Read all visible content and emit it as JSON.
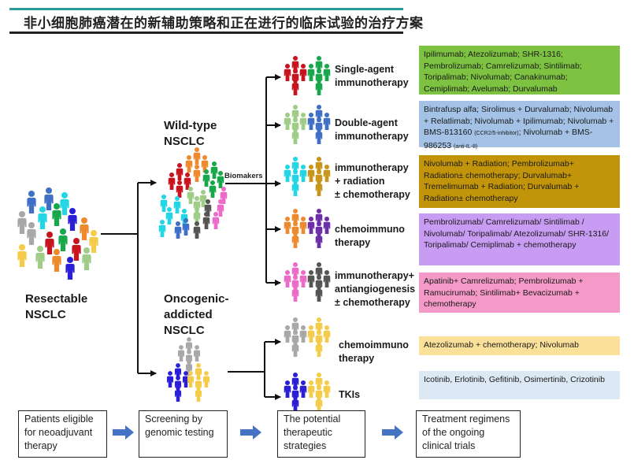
{
  "title": "非小细胞肺癌潜在的新辅助策略和正在进行的临床试验的治疗方案",
  "populations": {
    "resectable": "Resectable\nNSCLC",
    "wild_type": "Wild-type\nNSCLC",
    "oncogenic": "Oncogenic-\naddicted\nNSCLC",
    "biomarkers_label": "Biomakers"
  },
  "strategies": [
    {
      "label": "Single-agent\nimmunotherapy",
      "icon_colors": [
        "#c8141e",
        "#16a84a"
      ],
      "box_color": "#7dc241",
      "regimens": "Ipilimumab; Atezolizumab; SHR-1316; Pembrolizumab; Camrelizumab; Sintilimab; Toripalimab; Nivolumab; Canakinumab; Cemiplimab; Avelumab; Durvalumab"
    },
    {
      "label": "Double-agent\nimmunotherapy",
      "icon_colors": [
        "#9fcd88",
        "#3f6fc6"
      ],
      "box_color": "#a4c2e6",
      "regimens": "Bintrafusp alfa; Sirolimus + Durvalumab; Nivolumab + Relatlimab;  Nivolumab + Ipilimumab; Nivolumab + BMS-813160",
      "regimens_note1": "(CCR2/5-inhibitor)",
      "regimens_cont": "; Nivolumab + BMS-986253",
      "regimens_note2": "(anti-IL-8)"
    },
    {
      "label": "immunotherapy\n+ radiation\n± chemotherapy",
      "icon_colors": [
        "#22d6e6",
        "#c8961a"
      ],
      "box_color": "#c2940a",
      "regimens": "Nivolumab + Radiation; Pembrolizumab+ Radiation± chemotherapy;  Durvalumab+ Tremelimumab + Radiation; Durvalumab + Radiation± chemotherapy"
    },
    {
      "label": "chemoimmuno\ntherapy",
      "icon_colors": [
        "#ee8a2e",
        "#6d2fa8"
      ],
      "box_color": "#c89cf2",
      "regimens": "Pembrolizumab/  Camrelizumab/ Sintilimab / Nivolumab/ Toripalimab/ Atezolizumab/ SHR-1316/ Toripalimab/ Cemiplimab + chemotherapy"
    },
    {
      "label": "immunotherapy+\nantiangiogenesis\n± chemotherapy",
      "icon_colors": [
        "#ec6ac8",
        "#555555"
      ],
      "box_color": "#f59ac8",
      "regimens": "Apatinib+ Camrelizumab; Pembrolizumab  + Ramucirumab;  Sintilimab+ Bevacizumab + chemotherapy"
    },
    {
      "label": "chemoimmuno\ntherapy",
      "icon_colors": [
        "#a8a8a8",
        "#f4cc4a"
      ],
      "box_color": "#fbe09a",
      "regimens": "Atezolizumab + chemotherapy;  Nivolumab"
    },
    {
      "label": "TKIs",
      "icon_colors": [
        "#2a1ed6",
        "#f4cc4a"
      ],
      "box_color": "#dce8f4",
      "regimens": "Icotinib, Erlotinib, Gefitinib, Osimertinib, Crizotinib"
    }
  ],
  "workflow": [
    {
      "label": "Patients eligible for neoadjuvant therapy"
    },
    {
      "label": "Screening by genomic testing"
    },
    {
      "label": "The potential therapeutic strategies"
    },
    {
      "label": "Treatment regimens of the ongoing clinical trials"
    }
  ],
  "colors": {
    "title_accent": "#2e9a9a",
    "arrow_blue": "#4472c4"
  }
}
